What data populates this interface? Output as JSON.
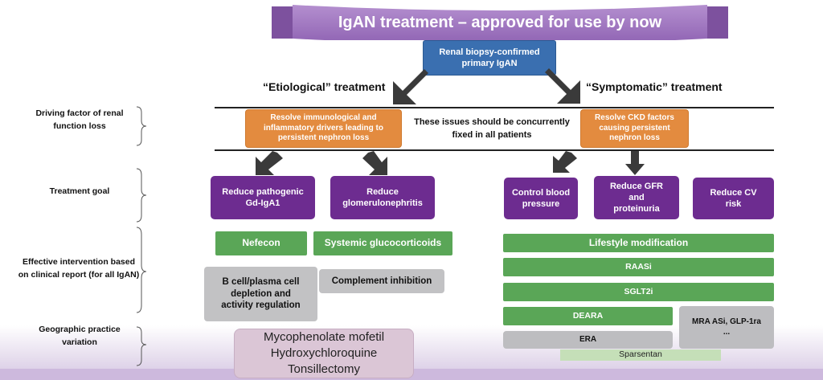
{
  "title": "IgAN treatment – approved for use by now",
  "root_box": "Renal biopsy-confirmed primary IgAN",
  "headings": {
    "etiological": "“Etiological” treatment",
    "symptomatic": "“Symptomatic” treatment"
  },
  "row_labels": {
    "driving_factor": "Driving factor of renal function loss",
    "treatment_goal": "Treatment goal",
    "effective_intervention": "Effective intervention based on clinical report (for all IgAN)",
    "geographic_variation": "Geographic practice variation"
  },
  "driving_factors": {
    "immunological": "Resolve immunological and inflammatory drivers leading to persistent nephron loss",
    "concurrent_note": "These issues should be concurrently fixed in all patients",
    "ckd": "Resolve CKD factors causing persistent nephron loss"
  },
  "goals": {
    "gd_iga1": "Reduce pathogenic Gd-IgA1",
    "glomerulonephritis": "Reduce glomerulonephritis",
    "blood_pressure": "Control blood pressure",
    "gfr_proteinuria": "Reduce GFR and proteinuria",
    "cv_risk": "Reduce CV risk"
  },
  "interventions": {
    "nefecon": "Nefecon",
    "glucocorticoids": "Systemic glucocorticoids",
    "bcell": "B cell/plasma cell depletion and activity regulation",
    "complement": "Complement inhibition",
    "lifestyle": "Lifestyle modification",
    "raasi": "RAASi",
    "sglt2i": "SGLT2i",
    "deara": "DEARA",
    "era": "ERA",
    "mra": "MRA ASi, GLP-1ra ...",
    "sparsentan": "Sparsentan"
  },
  "geographic": "Mycophenolate mofetil Hydroxychloroquine Tonsillectomy",
  "colors": {
    "banner": "#a57bc4",
    "blue_box": "#3a6fb0",
    "orange_box": "#e38b3f",
    "purple_box": "#6d2c90",
    "green_box": "#5aa657",
    "grey_box": "#c2c2c4",
    "arrow": "#3a3a3a"
  }
}
